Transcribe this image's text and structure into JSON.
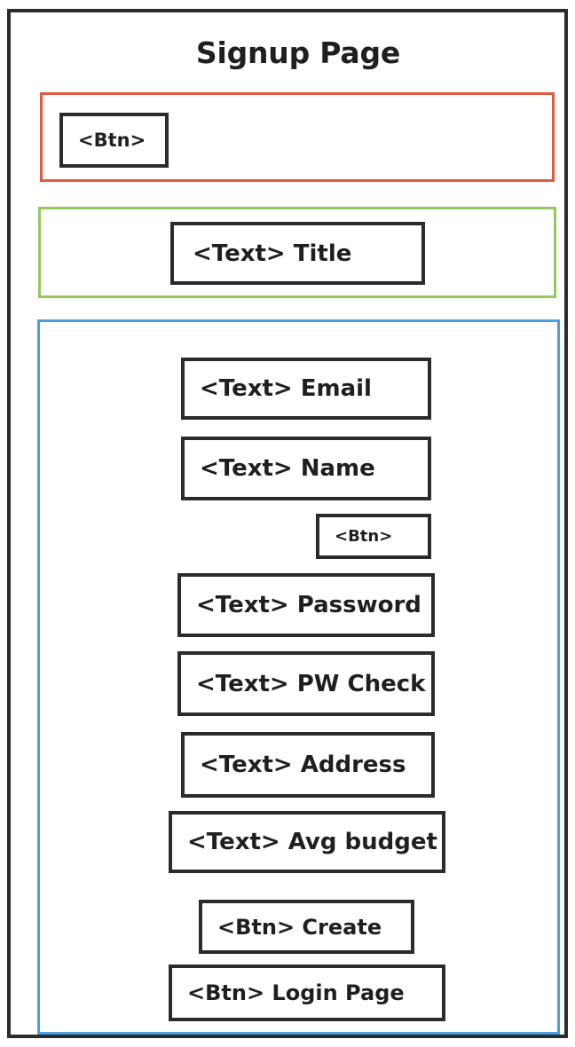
{
  "page": {
    "title": "Signup Page",
    "frame_color": "#2b2b2b",
    "background": "#ffffff"
  },
  "sections": {
    "header": {
      "name": "header-section",
      "border_color": "#e05a42",
      "elements": [
        {
          "key": "header_btn",
          "label": "<Btn>",
          "type": "button"
        }
      ]
    },
    "title": {
      "name": "title-section",
      "border_color": "#93c85c",
      "elements": [
        {
          "key": "title_text",
          "label": "<Text> Title",
          "type": "text"
        }
      ]
    },
    "form": {
      "name": "form-section",
      "border_color": "#4a9ee0",
      "elements": [
        {
          "key": "email",
          "label": "<Text> Email",
          "type": "text"
        },
        {
          "key": "name",
          "label": "<Text> Name",
          "type": "text"
        },
        {
          "key": "sub_btn",
          "label": "<Btn>",
          "type": "button"
        },
        {
          "key": "password",
          "label": "<Text> Password",
          "type": "text"
        },
        {
          "key": "pw_check",
          "label": "<Text> PW Check",
          "type": "text"
        },
        {
          "key": "address",
          "label": "<Text> Address",
          "type": "text"
        },
        {
          "key": "budget",
          "label": "<Text> Avg budget",
          "type": "text"
        },
        {
          "key": "create",
          "label": "<Btn> Create",
          "type": "button"
        },
        {
          "key": "login",
          "label": "<Btn> Login Page",
          "type": "button"
        }
      ]
    }
  }
}
